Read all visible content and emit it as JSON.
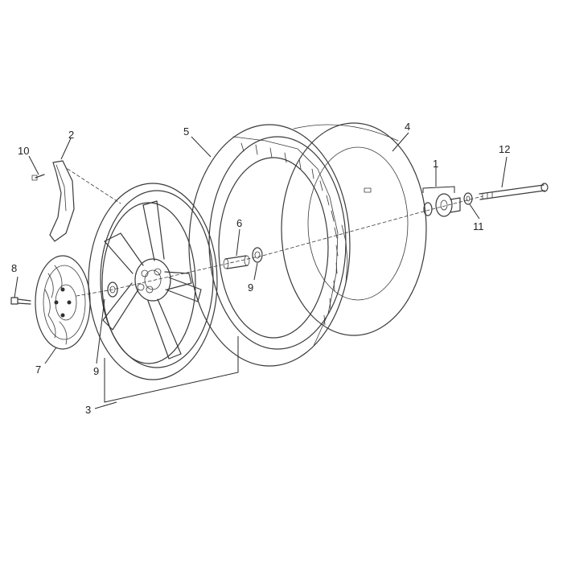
{
  "colors": {
    "line": "#3a3a3a",
    "label": "#222222",
    "background": "#ffffff"
  },
  "parts": [
    {
      "id": "1",
      "text": "1"
    },
    {
      "id": "2",
      "text": "2"
    },
    {
      "id": "3",
      "text": "3"
    },
    {
      "id": "4",
      "text": "4"
    },
    {
      "id": "5",
      "text": "5"
    },
    {
      "id": "6",
      "text": "6"
    },
    {
      "id": "7",
      "text": "7"
    },
    {
      "id": "8",
      "text": "8"
    },
    {
      "id": "9a",
      "text": "9"
    },
    {
      "id": "9b",
      "text": "9"
    },
    {
      "id": "10",
      "text": "10"
    },
    {
      "id": "11",
      "text": "11"
    },
    {
      "id": "12",
      "text": "12"
    }
  ]
}
